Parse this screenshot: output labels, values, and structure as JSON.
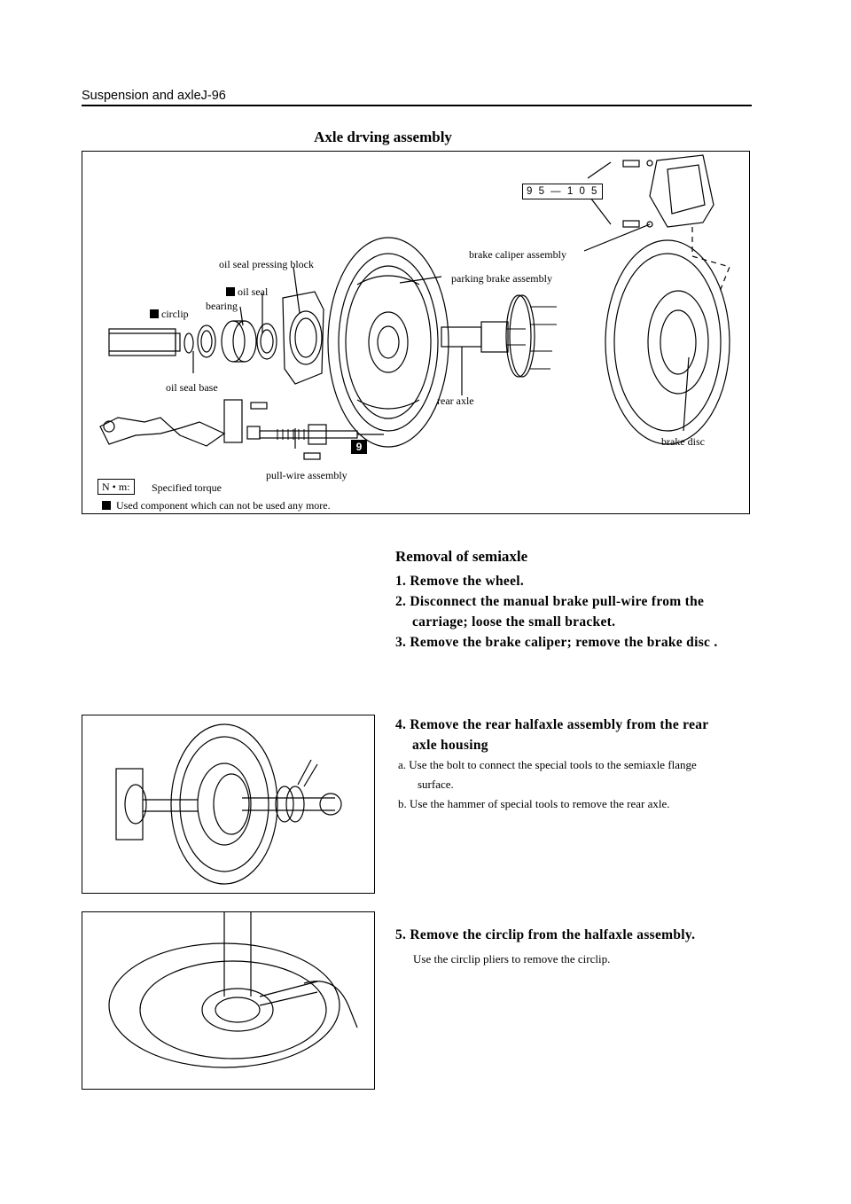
{
  "header": {
    "section": "Suspension and axle",
    "page": "J-96"
  },
  "diagram": {
    "title": "Axle drving assembly",
    "torque_value": "9 5 — 1 0 5",
    "torque_value_small": "9",
    "labels": {
      "brake_caliper_assembly": "brake caliper assembly",
      "oil_seal_pressing_block": "oil seal pressing block",
      "parking_brake_assembly": "parking brake assembly",
      "oil_seal": "oil seal",
      "bearing": "bearing",
      "circlip": "circlip",
      "oil_seal_base": "oil seal base",
      "rear_axle": "rear axle",
      "brake_disc": "brake disc",
      "pull_wire_assembly": "pull-wire assembly"
    },
    "legend": {
      "unit": "N • m:",
      "unit_desc": "Specified torque",
      "nonreusable_desc": "Used component which can not be used any more."
    }
  },
  "removal": {
    "title": "Removal of semiaxle",
    "steps": [
      {
        "line1": "1. Remove the wheel."
      },
      {
        "line1": "2. Disconnect the manual brake pull-wire from the",
        "line2": "carriage; loose the small bracket."
      },
      {
        "line1": "3. Remove the brake caliper; remove the brake disc ."
      }
    ],
    "step4": {
      "line1": "4. Remove the rear halfaxle assembly from the rear",
      "line2": "axle housing",
      "a1": "a.   Use the bolt to connect the special tools to the semiaxle flange",
      "a2": "surface.",
      "b": "b.   Use the hammer of special tools to remove the rear axle."
    },
    "step5": {
      "line1": "5. Remove the circlip from the halfaxle assembly.",
      "note": "Use the circlip pliers to remove the circlip."
    }
  }
}
